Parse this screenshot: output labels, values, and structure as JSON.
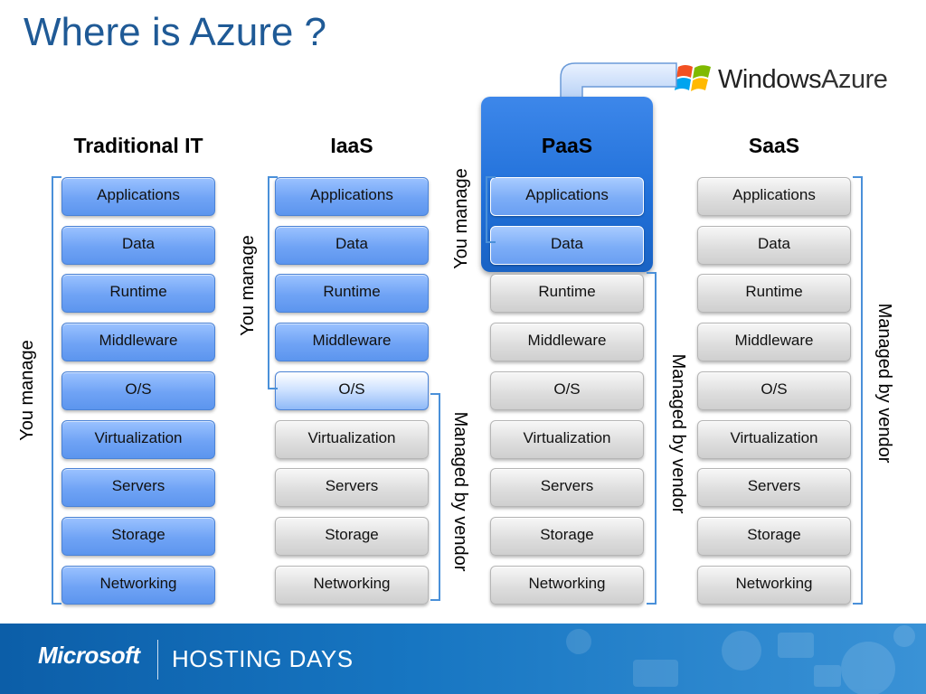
{
  "title": "Where is Azure ?",
  "logo": {
    "brand": "Windows",
    "product": "Azure"
  },
  "columns": [
    {
      "heading": "Traditional IT",
      "layers": [
        "Applications",
        "Data",
        "Runtime",
        "Middleware",
        "O/S",
        "Virtualization",
        "Servers",
        "Storage",
        "Networking"
      ],
      "you_manage_count": 9
    },
    {
      "heading": "IaaS",
      "layers": [
        "Applications",
        "Data",
        "Runtime",
        "Middleware",
        "O/S",
        "Virtualization",
        "Servers",
        "Storage",
        "Networking"
      ],
      "you_manage_count": 5
    },
    {
      "heading": "PaaS",
      "layers": [
        "Applications",
        "Data",
        "Runtime",
        "Middleware",
        "O/S",
        "Virtualization",
        "Servers",
        "Storage",
        "Networking"
      ],
      "you_manage_count": 2
    },
    {
      "heading": "SaaS",
      "layers": [
        "Applications",
        "Data",
        "Runtime",
        "Middleware",
        "O/S",
        "Virtualization",
        "Servers",
        "Storage",
        "Networking"
      ],
      "you_manage_count": 0
    }
  ],
  "labels": {
    "you_manage": "You manage",
    "managed_by_vendor": "Managed by vendor"
  },
  "footer": {
    "company": "Microsoft",
    "event": "HOSTING DAYS"
  },
  "colors": {
    "title": "#1f5a96",
    "you_manage_box": "#6fa3f5",
    "vendor_box": "#dcdcdc",
    "paas_panel": "#1f6fd8",
    "bracket": "#4a90d9",
    "footer": "#1776c2"
  }
}
